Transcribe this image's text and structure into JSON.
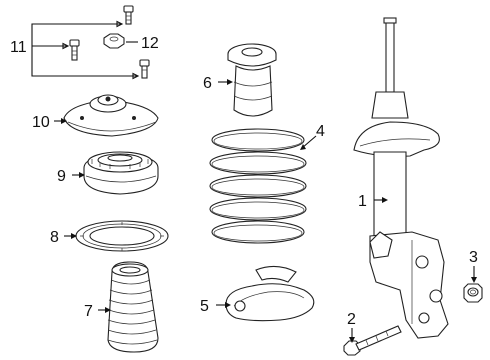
{
  "diagram": {
    "callouts": [
      {
        "id": "1",
        "text": "1"
      },
      {
        "id": "2",
        "text": "2"
      },
      {
        "id": "3",
        "text": "3"
      },
      {
        "id": "4",
        "text": "4"
      },
      {
        "id": "5",
        "text": "5"
      },
      {
        "id": "6",
        "text": "6"
      },
      {
        "id": "7",
        "text": "7"
      },
      {
        "id": "8",
        "text": "8"
      },
      {
        "id": "9",
        "text": "9"
      },
      {
        "id": "10",
        "text": "10"
      },
      {
        "id": "11",
        "text": "11"
      },
      {
        "id": "12",
        "text": "12"
      }
    ],
    "parts": [
      {
        "callout": "1",
        "name": "strut-assembly"
      },
      {
        "callout": "2",
        "name": "lower-bolt"
      },
      {
        "callout": "3",
        "name": "nut"
      },
      {
        "callout": "4",
        "name": "coil-spring"
      },
      {
        "callout": "5",
        "name": "lower-spring-seat"
      },
      {
        "callout": "6",
        "name": "bump-stop"
      },
      {
        "callout": "7",
        "name": "dust-boot"
      },
      {
        "callout": "8",
        "name": "bearing-ring"
      },
      {
        "callout": "9",
        "name": "upper-spring-seat"
      },
      {
        "callout": "10",
        "name": "strut-mount"
      },
      {
        "callout": "11",
        "name": "mount-bolts"
      },
      {
        "callout": "12",
        "name": "mount-nut"
      }
    ]
  }
}
